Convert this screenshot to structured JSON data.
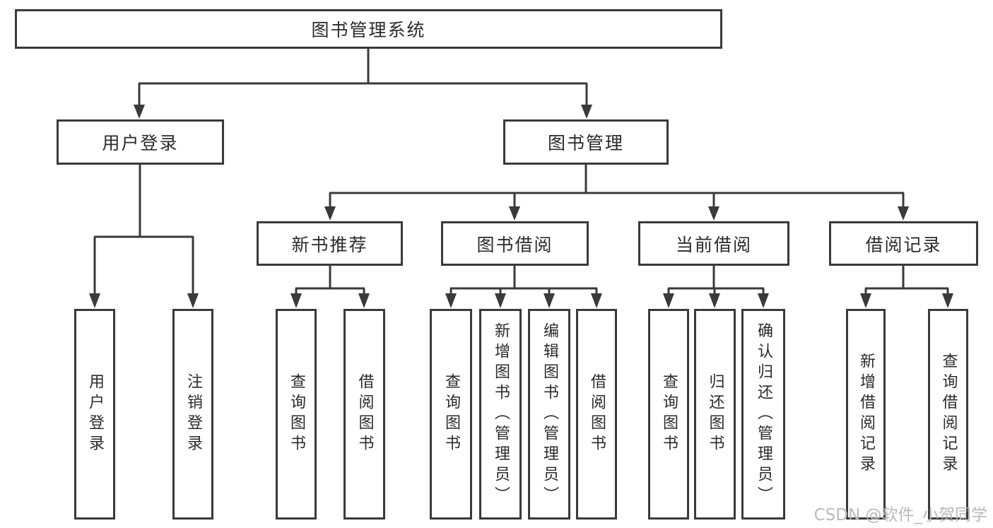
{
  "diagram_type": "hierarchy-diagram",
  "tree": {
    "label": "图书管理系统",
    "children": [
      {
        "label": "用户登录",
        "children": [
          {
            "label": "用户登录"
          },
          {
            "label": "注销登录"
          }
        ]
      },
      {
        "label": "图书管理",
        "children": [
          {
            "label": "新书推荐",
            "children": [
              {
                "label": "查询图书"
              },
              {
                "label": "借阅图书"
              }
            ]
          },
          {
            "label": "图书借阅",
            "children": [
              {
                "label": "查询图书"
              },
              {
                "label": "新增图书（管理员）"
              },
              {
                "label": "编辑图书（管理员）"
              },
              {
                "label": "借阅图书"
              }
            ]
          },
          {
            "label": "当前借阅",
            "children": [
              {
                "label": "查询图书"
              },
              {
                "label": "归还图书"
              },
              {
                "label": "确认归还（管理员）"
              }
            ]
          },
          {
            "label": "借阅记录",
            "children": [
              {
                "label": "新增借阅记录"
              },
              {
                "label": "查询借阅记录"
              }
            ]
          }
        ]
      }
    ]
  },
  "watermark": {
    "text": "CSDN @软件_小贺同学"
  },
  "colors": {
    "line": "#3a3a3a",
    "text": "#2b2b2b",
    "box_background": "#ffffff",
    "watermark": "#b9b9b9"
  }
}
